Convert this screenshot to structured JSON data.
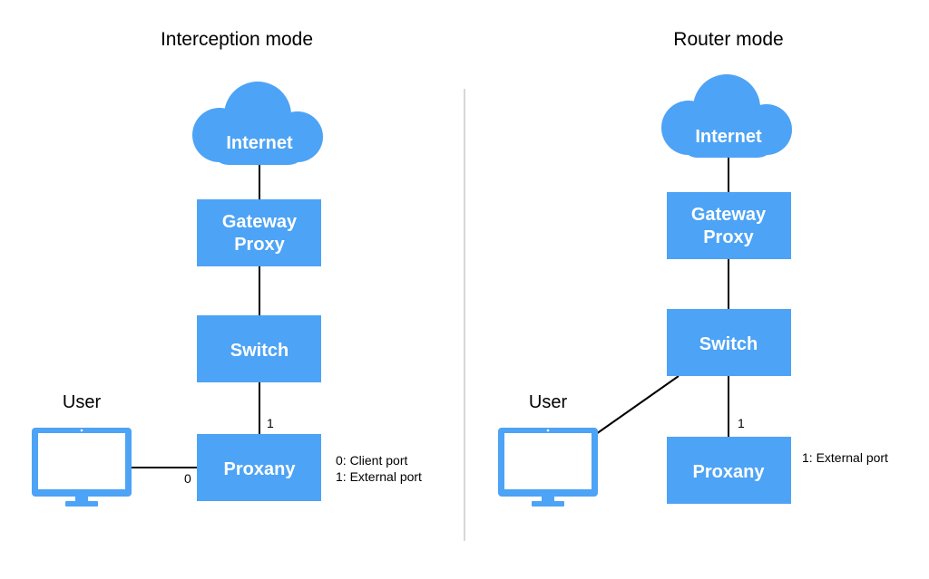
{
  "colors": {
    "node": "#4da3f5",
    "line": "#000000",
    "divider": "#cccccc"
  },
  "left": {
    "title": "Interception mode",
    "user": "User",
    "internet": "Internet",
    "gateway": [
      "Gateway",
      "Proxy"
    ],
    "switch": "Switch",
    "proxany": "Proxany",
    "port_switch": "1",
    "port_user": "0",
    "port_legend": [
      "0: Client port",
      "1: External port"
    ]
  },
  "right": {
    "title": "Router mode",
    "user": "User",
    "internet": "Internet",
    "gateway": [
      "Gateway",
      "Proxy"
    ],
    "switch": "Switch",
    "proxany": "Proxany",
    "port_switch": "1",
    "port_legend": [
      "1: External port"
    ]
  },
  "icons": {
    "cloud": "cloud-icon",
    "monitor": "monitor-icon"
  }
}
